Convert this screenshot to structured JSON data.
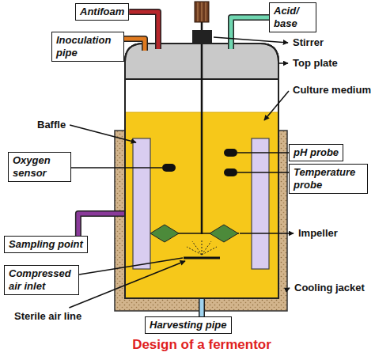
{
  "diagram": {
    "title": "Design of a fermentor",
    "nodes": [
      {
        "text": [
          "Antifoam"
        ]
      },
      {
        "text": [
          "Acid/ base"
        ]
      },
      {
        "text": [
          "Inoculation pipe"
        ]
      },
      {
        "text": [
          "Oxygen sensor"
        ]
      },
      {
        "text": [
          "pH probe"
        ]
      },
      {
        "text": [
          "Temperature probe"
        ]
      },
      {
        "text": [
          "Sampling point"
        ]
      },
      {
        "text": [
          "Compressed air inlet"
        ]
      },
      {
        "text": [
          "Harvesting pipe"
        ]
      }
    ],
    "labels": [
      "Stirrer",
      "Top plate",
      "Culture medium",
      "Baffle",
      "Impeller",
      "Cooling jacket",
      "Sterile air line"
    ]
  }
}
